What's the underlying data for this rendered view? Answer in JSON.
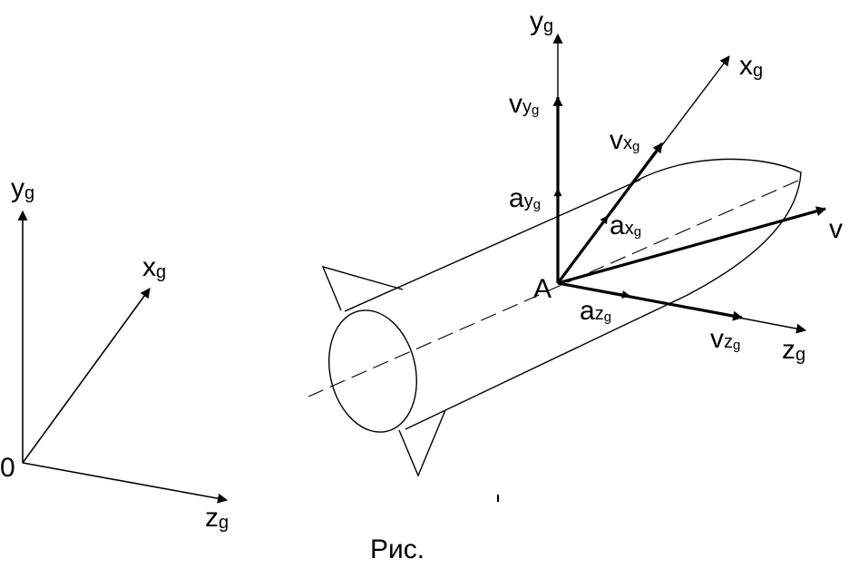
{
  "caption": "Рис.",
  "ground_frame": {
    "origin": "0",
    "axis_y": {
      "main": "y",
      "sub": "g"
    },
    "axis_x": {
      "main": "x",
      "sub": "g"
    },
    "axis_z": {
      "main": "z",
      "sub": "g"
    }
  },
  "body_frame": {
    "point": "A",
    "axis_y": {
      "main": "y",
      "sub": "g"
    },
    "axis_x": {
      "main": "x",
      "sub": "g"
    },
    "axis_z": {
      "main": "z",
      "sub": "g"
    },
    "velocity": "v",
    "v_y": {
      "main": "v",
      "sub1": "y",
      "sub2": "g"
    },
    "v_x": {
      "main": "v",
      "sub1": "x",
      "sub2": "g"
    },
    "v_z": {
      "main": "v",
      "sub1": "z",
      "sub2": "g"
    },
    "a_y": {
      "main": "a",
      "sub1": "y",
      "sub2": "g"
    },
    "a_x": {
      "main": "a",
      "sub1": "x",
      "sub2": "g"
    },
    "a_z": {
      "main": "a",
      "sub1": "z",
      "sub2": "g"
    }
  },
  "colors": {
    "ink": "#000000",
    "background": "#ffffff"
  }
}
